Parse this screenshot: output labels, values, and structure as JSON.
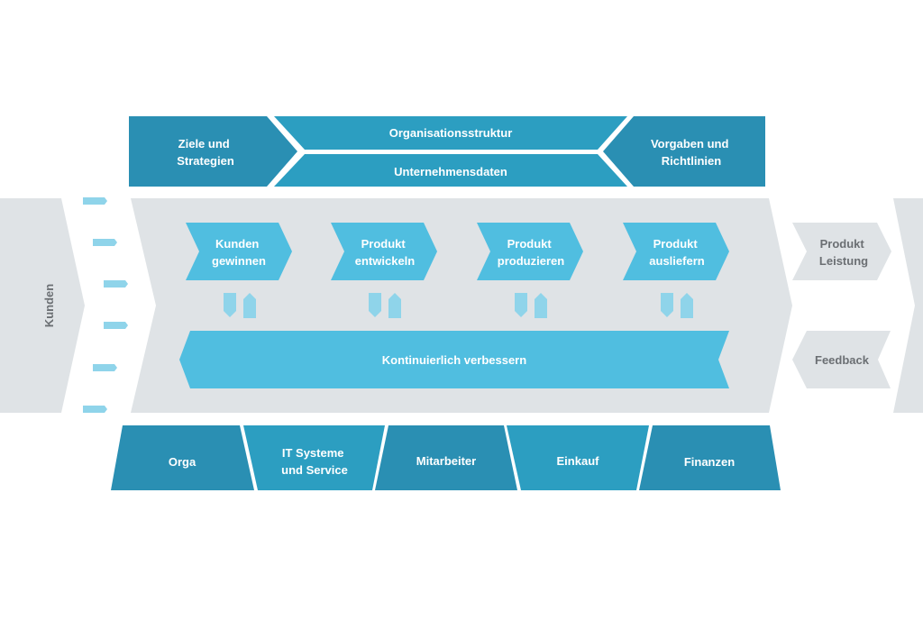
{
  "top": {
    "left": [
      "Ziele und",
      "Strategien"
    ],
    "center_top": "Organisationsstruktur",
    "center_bottom": "Unternehmensdaten",
    "right": [
      "Vorgaben und",
      "Richtlinien"
    ]
  },
  "left_label": "Kunden",
  "processes": [
    [
      "Kunden",
      "gewinnen"
    ],
    [
      "Produkt",
      "entwickeln"
    ],
    [
      "Produkt",
      "produzieren"
    ],
    [
      "Produkt",
      "ausliefern"
    ]
  ],
  "improve": "Kontinuierlich verbessern",
  "right": {
    "output": [
      "Produkt",
      "Leistung"
    ],
    "feedback": "Feedback"
  },
  "bottom": [
    "Orga",
    [
      "IT Systeme",
      "und Service"
    ],
    "Mitarbeiter",
    "Einkauf",
    "Finanzen"
  ],
  "colors": {
    "dark": "#2a8fb3",
    "mid": "#2c9ec1",
    "light": "#50bee0",
    "lighter": "#8fd4ea",
    "grey": "#dfe3e6",
    "text_grey": "#6b6f73"
  }
}
